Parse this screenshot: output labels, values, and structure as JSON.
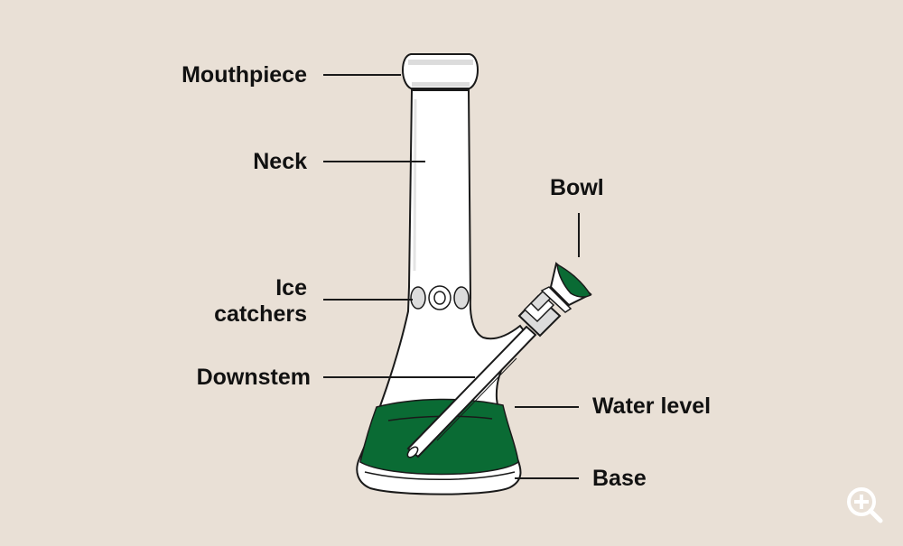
{
  "colors": {
    "background": "#e9e0d6",
    "outline": "#1a1a1a",
    "glass": "#ffffff",
    "glass_shade": "#dcdcdc",
    "water": "#0a6b34",
    "text": "#111111"
  },
  "labels": {
    "mouthpiece": "Mouthpiece",
    "neck": "Neck",
    "ice_catchers_line1": "Ice",
    "ice_catchers_line2": "catchers",
    "downstem": "Downstem",
    "bowl": "Bowl",
    "water_level": "Water level",
    "base": "Base"
  },
  "brand": {
    "icon": "magnifier-plus-icon"
  }
}
